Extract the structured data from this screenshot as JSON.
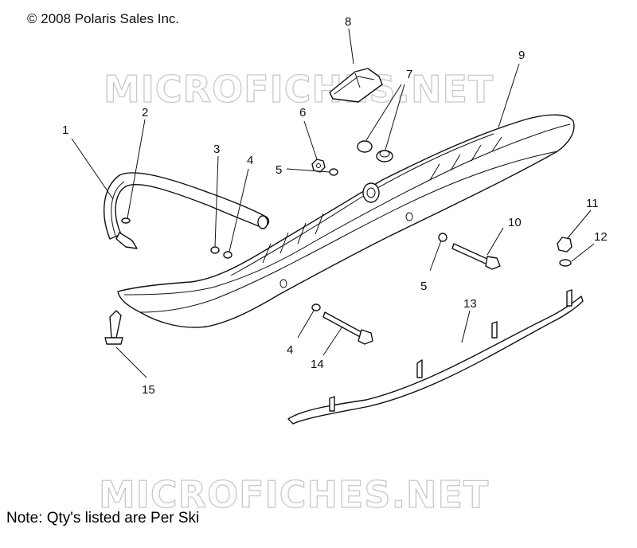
{
  "copyright": "© 2008 Polaris Sales Inc.",
  "note": "Note: Qty's listed are Per Ski",
  "watermark": "MICROFICHES.NET",
  "callouts": [
    {
      "id": "c1",
      "label": "1"
    },
    {
      "id": "c2",
      "label": "2"
    },
    {
      "id": "c3",
      "label": "3"
    },
    {
      "id": "c4a",
      "label": "4"
    },
    {
      "id": "c5a",
      "label": "5"
    },
    {
      "id": "c6",
      "label": "6"
    },
    {
      "id": "c7",
      "label": "7"
    },
    {
      "id": "c8",
      "label": "8"
    },
    {
      "id": "c9",
      "label": "9"
    },
    {
      "id": "c10",
      "label": "10"
    },
    {
      "id": "c11",
      "label": "11"
    },
    {
      "id": "c12",
      "label": "12"
    },
    {
      "id": "c13",
      "label": "13"
    },
    {
      "id": "c5b",
      "label": "5"
    },
    {
      "id": "c4b",
      "label": "4"
    },
    {
      "id": "c14",
      "label": "14"
    },
    {
      "id": "c15",
      "label": "15"
    }
  ]
}
